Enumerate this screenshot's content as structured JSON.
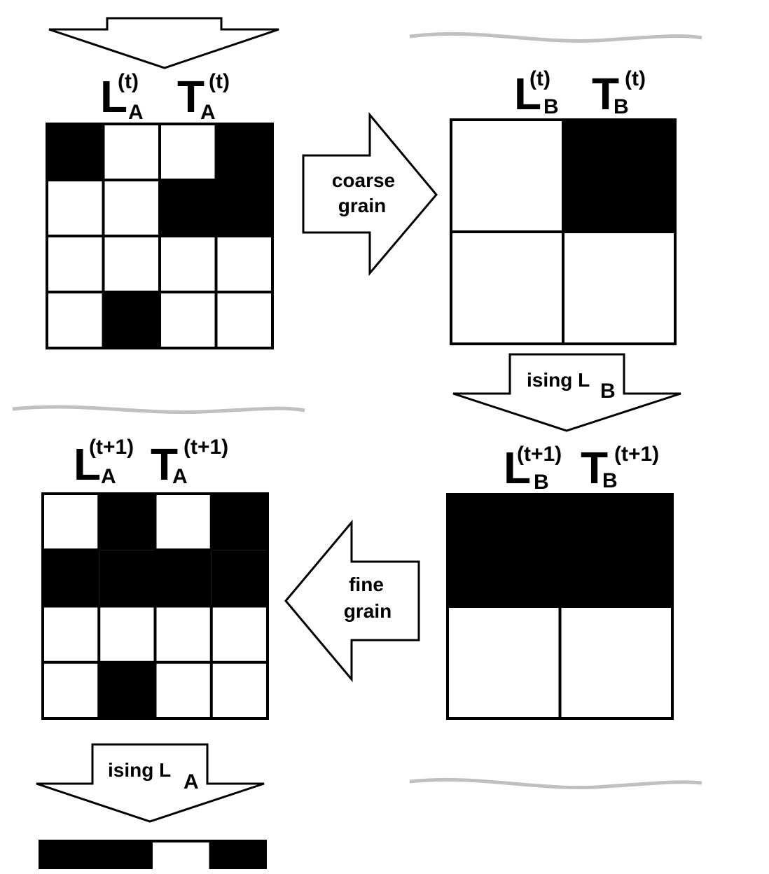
{
  "panel_a_t": {
    "L": "L",
    "L_sup": "(t)",
    "L_sub": "A",
    "T": "T",
    "T_sup": "(t)",
    "T_sub": "A",
    "grid": [
      [
        1,
        0,
        0,
        1
      ],
      [
        0,
        0,
        1,
        1
      ],
      [
        0,
        0,
        0,
        0
      ],
      [
        0,
        1,
        0,
        0
      ]
    ]
  },
  "panel_b_t": {
    "L": "L",
    "L_sup": "(t)",
    "L_sub": "B",
    "T": "T",
    "T_sup": "(t)",
    "T_sub": "B",
    "grid": [
      [
        0,
        1
      ],
      [
        0,
        0
      ]
    ]
  },
  "panel_b_t1": {
    "L": "L",
    "L_sup": "(t+1)",
    "L_sub": "B",
    "T": "T",
    "T_sup": "(t+1)",
    "T_sub": "B",
    "grid": [
      [
        1,
        1
      ],
      [
        0,
        0
      ]
    ]
  },
  "panel_a_t1": {
    "L": "L",
    "L_sup": "(t+1)",
    "L_sub": "A",
    "T": "T",
    "T_sup": "(t+1)",
    "T_sub": "A",
    "grid": [
      [
        0,
        1,
        0,
        1
      ],
      [
        1,
        1,
        1,
        1
      ],
      [
        0,
        0,
        0,
        0
      ],
      [
        0,
        1,
        0,
        0
      ]
    ]
  },
  "bottom_strip": [
    1,
    1,
    0,
    1
  ],
  "arrows": {
    "coarse_line1": "coarse",
    "coarse_line2": "grain",
    "fine_line1": "fine",
    "fine_line2": "grain",
    "ising_b_text": "ising L",
    "ising_b_sub": "B",
    "ising_a_text": "ising L",
    "ising_a_sub": "A"
  },
  "colors": {
    "filled": "#000000",
    "empty": "#ffffff",
    "separator": "#c0c0c0"
  }
}
